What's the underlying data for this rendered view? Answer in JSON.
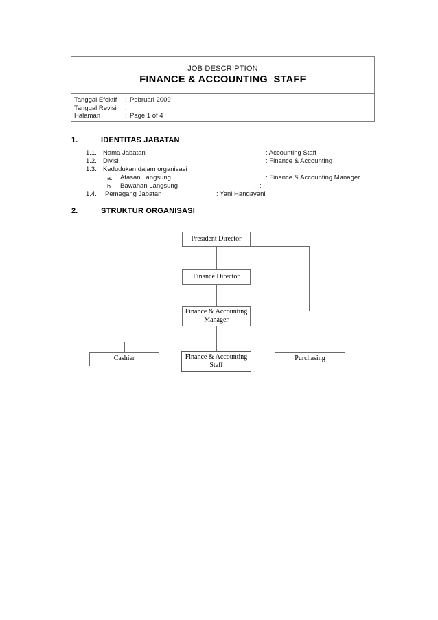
{
  "document": {
    "kicker": "JOB DESCRIPTION",
    "title": "FINANCE & ACCOUNTING  STAFF",
    "meta": {
      "rows": [
        {
          "label": "Tanggal Efektif",
          "colon": ":",
          "value": "Pebruari 2009"
        },
        {
          "label": "Tanggal Revisi",
          "colon": ":",
          "value": ""
        },
        {
          "label": "Halaman",
          "colon": ":",
          "value": "Page 1 of 4"
        }
      ]
    }
  },
  "sections": [
    {
      "number": "1.",
      "heading": "IDENTITAS JABATAN",
      "fields": [
        {
          "number": "1.1.",
          "label": "Nama Jabatan",
          "value": ": Accounting Staff"
        },
        {
          "number": "1.2.",
          "label": "Divisi",
          "value": ": Finance & Accounting"
        },
        {
          "number": "1.3.",
          "label": "Kedudukan dalam organisasi",
          "value": ""
        },
        {
          "number": "a.",
          "label": "Atasan Langsung",
          "value": ": Finance & Accounting Manager"
        },
        {
          "number": "b.",
          "label": "Bawahan Langsung",
          "value": ": -"
        },
        {
          "number": "1.4.",
          "label": "Pemegang Jabatan",
          "value": ": Yani Handayani"
        }
      ]
    },
    {
      "number": "2.",
      "heading": "STRUKTUR ORGANISASI"
    }
  ],
  "org_chart": {
    "nodes": [
      {
        "id": "president-director",
        "label": "President Director"
      },
      {
        "id": "finance-director",
        "label": "Finance Director"
      },
      {
        "id": "finance-accounting-manager",
        "label": "Finance & Accounting\nManager"
      },
      {
        "id": "cashier",
        "label": "Cashier"
      },
      {
        "id": "finance-accounting-staff",
        "label": "Finance & Accounting\nStaff"
      },
      {
        "id": "purchasing",
        "label": "Purchasing"
      }
    ]
  },
  "colors": {
    "page_background": "#ffffff",
    "text": "#1a1a1a",
    "border": "#808080",
    "node_border": "#6b6b6b"
  }
}
